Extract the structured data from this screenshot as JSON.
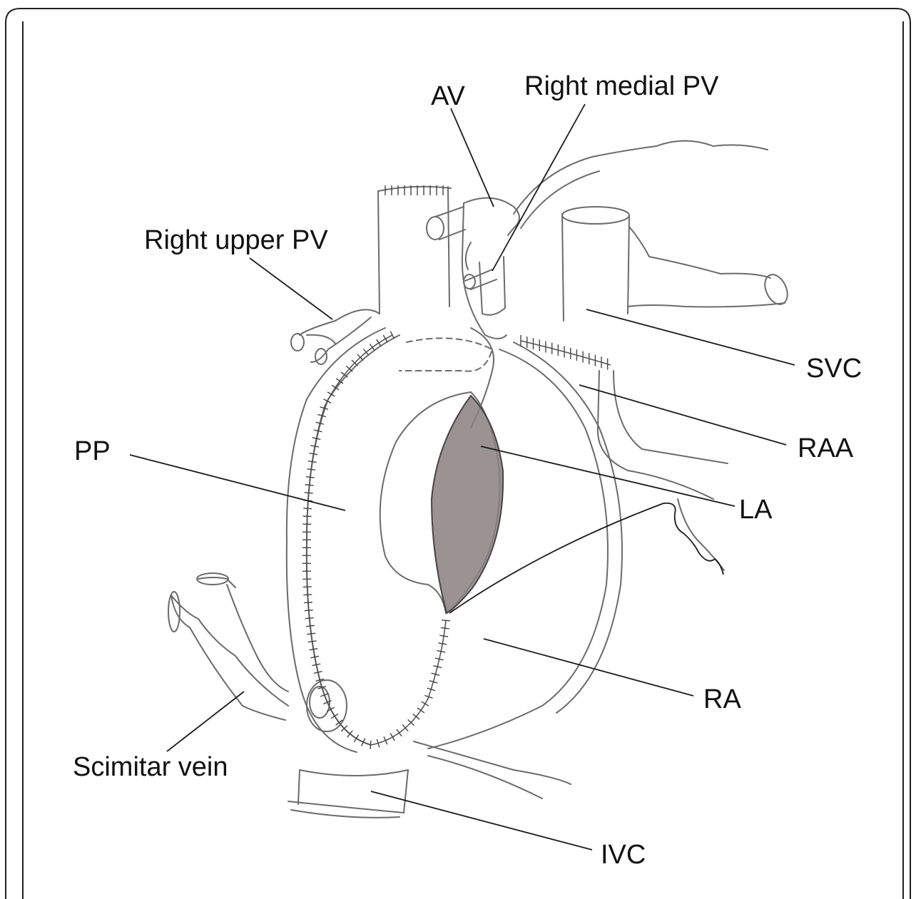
{
  "labels": {
    "av": "AV",
    "right_medial_pv": "Right medial PV",
    "right_upper_pv": "Right upper PV",
    "svc": "SVC",
    "raa": "RAA",
    "pp": "PP",
    "la": "LA",
    "ra": "RA",
    "scimitar_vein": "Scimitar vein",
    "ivc": "IVC"
  },
  "colors": {
    "sketch": "#6b6b6b",
    "leader": "#1a1a1a",
    "la_fill": "#8a7f7f",
    "border": "#222222"
  }
}
